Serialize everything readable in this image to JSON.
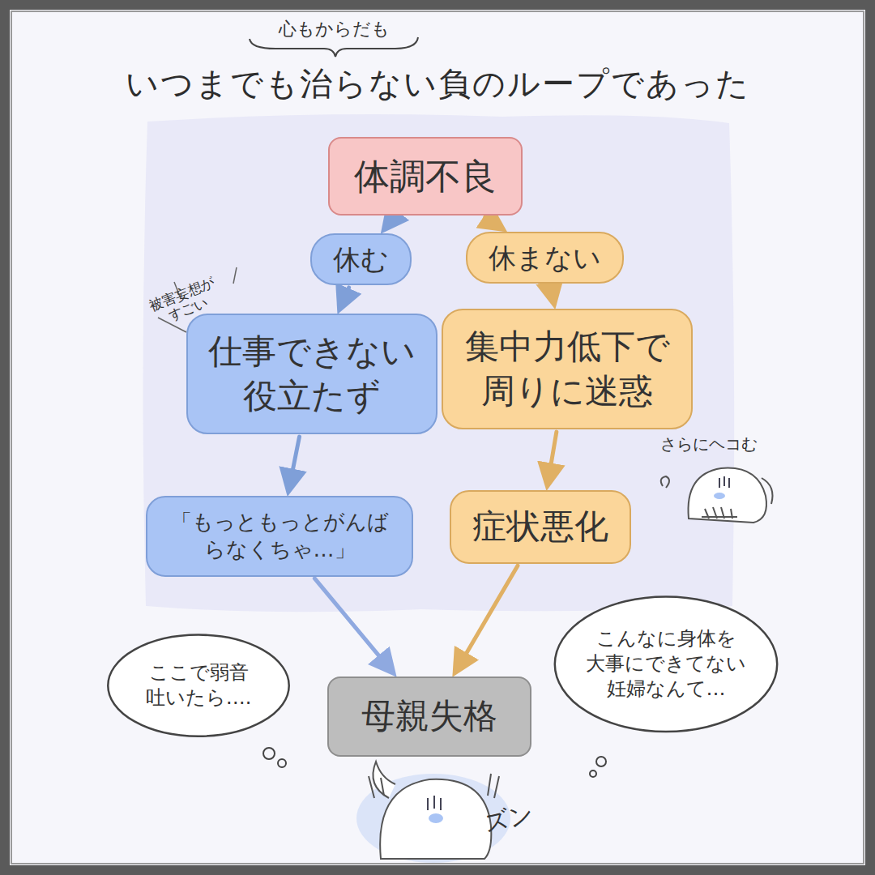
{
  "diagram": {
    "title": "いつまでも治らない負のループであった",
    "nodes": [
      {
        "text": [
          "体調不良"
        ]
      },
      {
        "text": [
          "休む"
        ]
      },
      {
        "text": [
          "休まない"
        ]
      },
      {
        "text": [
          "仕事できない 役立たず"
        ]
      },
      {
        "text": [
          "集中力低下で 周りに迷惑"
        ]
      },
      {
        "text": [
          "「もっともっとがんばらなくちゃ…」"
        ]
      },
      {
        "text": [
          "症状悪化"
        ]
      },
      {
        "text": [
          "母親失格"
        ]
      },
      {
        "text": [
          "ここで弱音 吐いたら…."
        ]
      },
      {
        "text": [
          "こんなに身体を 大事にできてない 妊婦なんて…"
        ]
      }
    ],
    "edges": [
      {
        "from": 0,
        "to": 1,
        "arrow": "to"
      },
      {
        "from": 1,
        "to": 3,
        "arrow": "to"
      },
      {
        "from": 3,
        "to": 5,
        "arrow": "to"
      },
      {
        "from": 5,
        "to": 7,
        "arrow": "to"
      },
      {
        "from": 0,
        "to": 2,
        "arrow": "to"
      },
      {
        "from": 2,
        "to": 4,
        "arrow": "to"
      },
      {
        "from": 4,
        "to": 6,
        "arrow": "to"
      },
      {
        "from": 6,
        "to": 7,
        "arrow": "to"
      }
    ],
    "labels": [
      "心もからだも",
      "被害妄想がすごい",
      "さらにヘコむ",
      "ズン"
    ]
  }
}
